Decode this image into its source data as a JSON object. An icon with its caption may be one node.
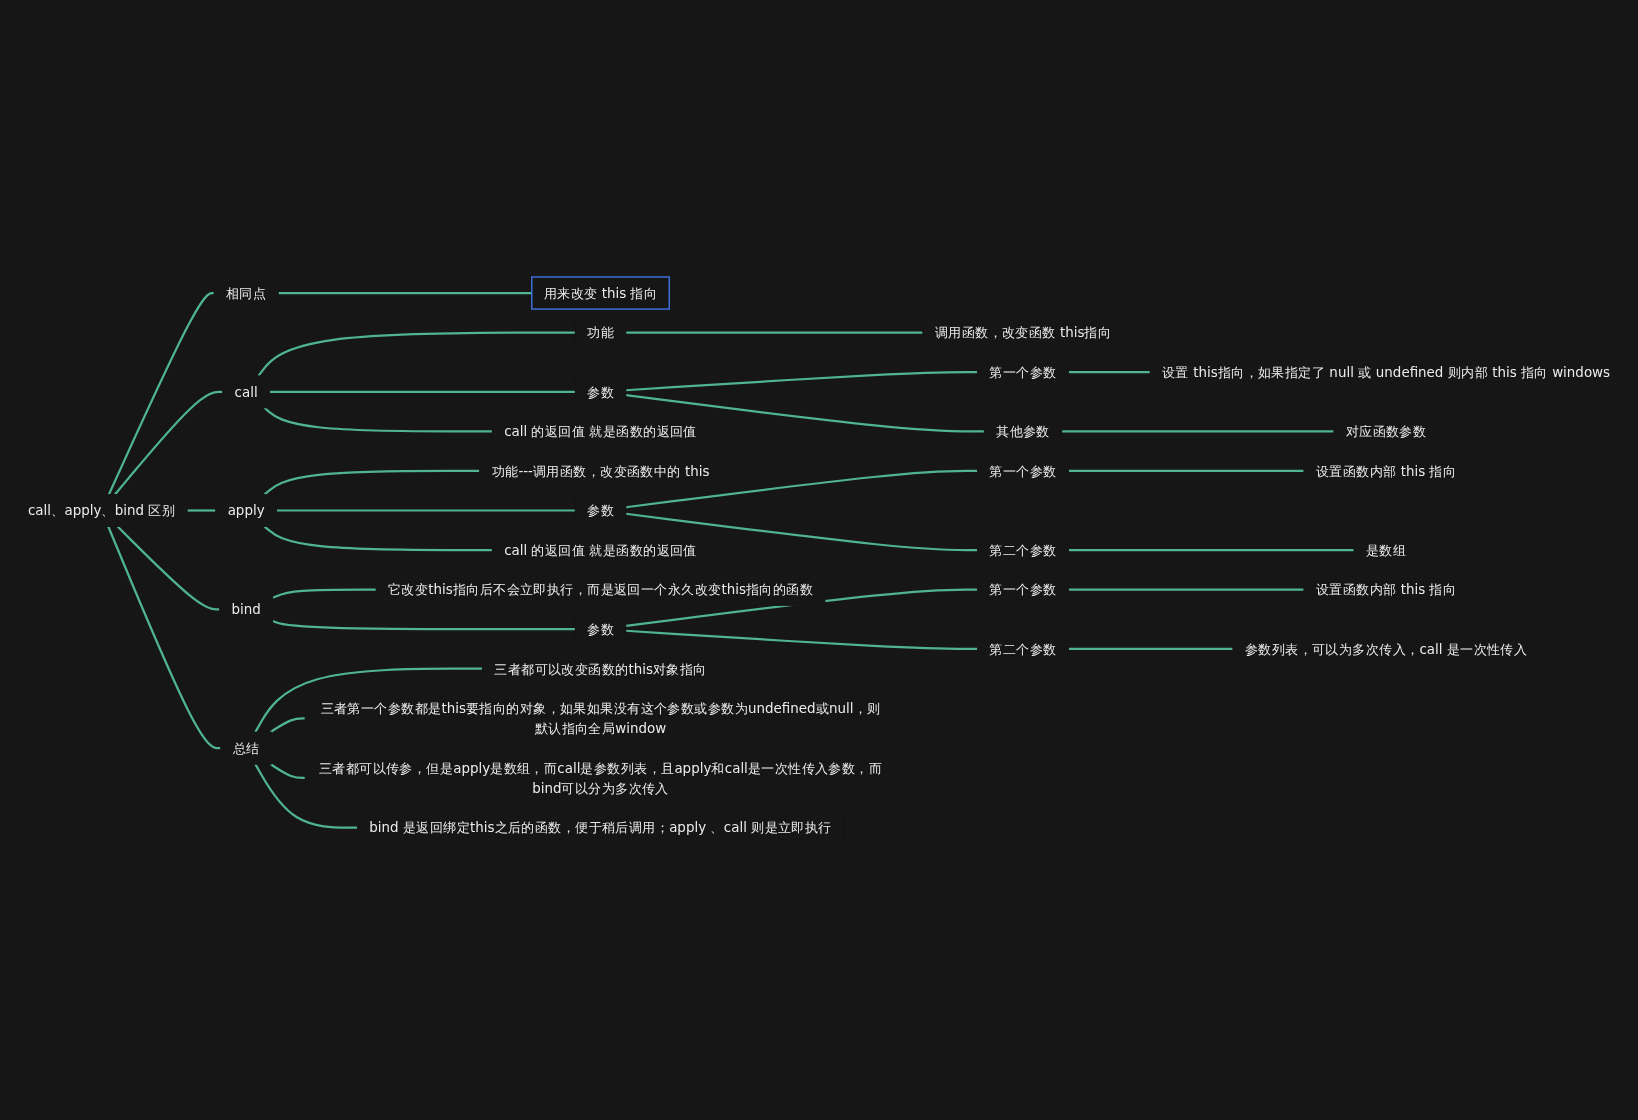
{
  "diagram": {
    "nodes": [
      {
        "text": [
          "call、apply、bind 区别"
        ]
      },
      {
        "text": [
          "相同点"
        ]
      },
      {
        "text": [
          "用来改变 this 指向"
        ]
      },
      {
        "text": [
          "call"
        ]
      },
      {
        "text": [
          "功能"
        ]
      },
      {
        "text": [
          "调用函数，改变函数 this指向"
        ]
      },
      {
        "text": [
          "参数"
        ]
      },
      {
        "text": [
          "第一个参数"
        ]
      },
      {
        "text": [
          "设置 this指向，如果指定了 null 或 undefined 则内部 this 指向 windows"
        ]
      },
      {
        "text": [
          "其他参数"
        ]
      },
      {
        "text": [
          "对应函数参数"
        ]
      },
      {
        "text": [
          "call 的返回值 就是函数的返回值"
        ]
      },
      {
        "text": [
          "apply"
        ]
      },
      {
        "text": [
          "功能---调用函数，改变函数中的 this"
        ]
      },
      {
        "text": [
          "参数"
        ]
      },
      {
        "text": [
          "第一个参数"
        ]
      },
      {
        "text": [
          "设置函数内部 this 指向"
        ]
      },
      {
        "text": [
          "第二个参数"
        ]
      },
      {
        "text": [
          "是数组"
        ]
      },
      {
        "text": [
          "call 的返回值 就是函数的返回值"
        ]
      },
      {
        "text": [
          "bind"
        ]
      },
      {
        "text": [
          "它改变this指向后不会立即执行，而是返回一个永久改变this指向的函数"
        ]
      },
      {
        "text": [
          "参数"
        ]
      },
      {
        "text": [
          "第一个参数"
        ]
      },
      {
        "text": [
          "设置函数内部 this 指向"
        ]
      },
      {
        "text": [
          "第二个参数"
        ]
      },
      {
        "text": [
          "参数列表，可以为多次传入，call 是一次性传入"
        ]
      },
      {
        "text": [
          "总结"
        ]
      },
      {
        "text": [
          "三者都可以改变函数的this对象指向"
        ]
      },
      {
        "text": [
          "三者第一个参数都是this要指向的对象，如果如果没有这个参数或参数为undefined或null，则默认指向全局window"
        ]
      },
      {
        "text": [
          "三者都可以传参，但是apply是数组，而call是参数列表，且apply和call是一次性传入参数，而bind可以分为多次传入"
        ]
      },
      {
        "text": [
          "bind 是返回绑定this之后的函数，便于稍后调用；apply 、call 则是立即执行"
        ]
      }
    ],
    "edges": [
      {
        "from": 0,
        "to": 1,
        "arrow": "none"
      },
      {
        "from": 1,
        "to": 2,
        "arrow": "none"
      },
      {
        "from": 0,
        "to": 3,
        "arrow": "none"
      },
      {
        "from": 3,
        "to": 4,
        "arrow": "none"
      },
      {
        "from": 4,
        "to": 5,
        "arrow": "none"
      },
      {
        "from": 3,
        "to": 6,
        "arrow": "none"
      },
      {
        "from": 6,
        "to": 7,
        "arrow": "none"
      },
      {
        "from": 7,
        "to": 8,
        "arrow": "none"
      },
      {
        "from": 6,
        "to": 9,
        "arrow": "none"
      },
      {
        "from": 9,
        "to": 10,
        "arrow": "none"
      },
      {
        "from": 3,
        "to": 11,
        "arrow": "none"
      },
      {
        "from": 0,
        "to": 12,
        "arrow": "none"
      },
      {
        "from": 12,
        "to": 13,
        "arrow": "none"
      },
      {
        "from": 12,
        "to": 14,
        "arrow": "none"
      },
      {
        "from": 14,
        "to": 15,
        "arrow": "none"
      },
      {
        "from": 15,
        "to": 16,
        "arrow": "none"
      },
      {
        "from": 14,
        "to": 17,
        "arrow": "none"
      },
      {
        "from": 17,
        "to": 18,
        "arrow": "none"
      },
      {
        "from": 12,
        "to": 19,
        "arrow": "none"
      },
      {
        "from": 0,
        "to": 20,
        "arrow": "none"
      },
      {
        "from": 20,
        "to": 21,
        "arrow": "none"
      },
      {
        "from": 20,
        "to": 22,
        "arrow": "none"
      },
      {
        "from": 22,
        "to": 23,
        "arrow": "none"
      },
      {
        "from": 23,
        "to": 24,
        "arrow": "none"
      },
      {
        "from": 22,
        "to": 25,
        "arrow": "none"
      },
      {
        "from": 25,
        "to": 26,
        "arrow": "none"
      },
      {
        "from": 0,
        "to": 27,
        "arrow": "none"
      },
      {
        "from": 27,
        "to": 28,
        "arrow": "none"
      },
      {
        "from": 27,
        "to": 29,
        "arrow": "none"
      },
      {
        "from": 27,
        "to": 30,
        "arrow": "none"
      },
      {
        "from": 27,
        "to": 31,
        "arrow": "none"
      }
    ]
  }
}
